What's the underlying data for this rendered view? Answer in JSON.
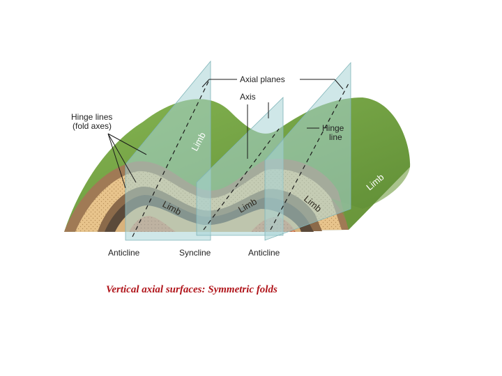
{
  "labels": {
    "axial_planes": "Axial planes",
    "axis": "Axis",
    "hinge_lines": [
      "Hinge lines",
      "(fold axes)"
    ],
    "hinge_line": [
      "Hinge",
      "line"
    ],
    "limb": "Limb",
    "anticline_left": "Anticline",
    "syncline": "Syncline",
    "anticline_right": "Anticline"
  },
  "caption": "Vertical axial surfaces: Symmetric folds",
  "colors": {
    "top_surface": "#7aa84a",
    "top_surface_dark": "#5d8a33",
    "layer_tan": "#e9c58a",
    "layer_brown": "#a07a55",
    "layer_dark": "#5b4a3a",
    "core_orange": "#d98c64",
    "plane": "#a8d3d6",
    "caption": "#b0141a"
  }
}
